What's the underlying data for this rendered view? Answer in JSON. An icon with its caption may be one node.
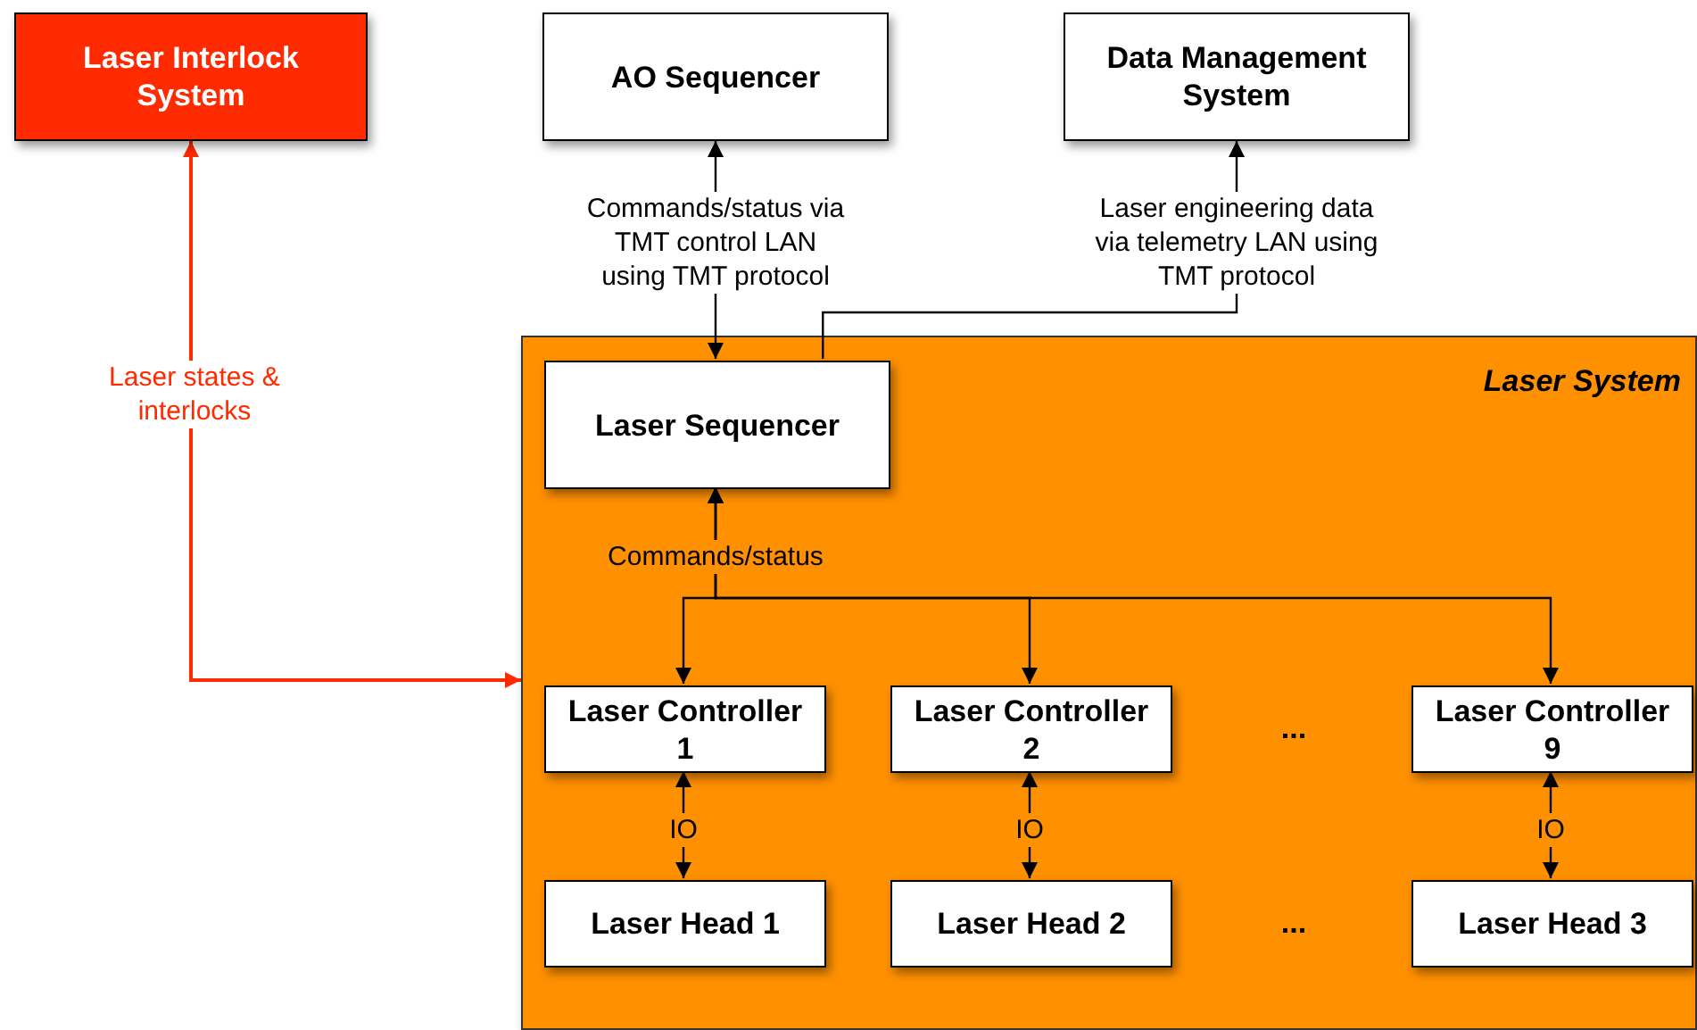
{
  "diagram": {
    "nodes": [
      {
        "text": [
          "Laser Interlock System"
        ]
      },
      {
        "text": [
          "AO Sequencer"
        ]
      },
      {
        "text": [
          "Data Management System"
        ]
      },
      {
        "text": [
          "Laser System"
        ]
      },
      {
        "text": [
          "Laser Sequencer"
        ],
        "in": 3
      },
      {
        "text": [
          "Laser Controller 1"
        ],
        "in": 3
      },
      {
        "text": [
          "Laser Controller 2"
        ],
        "in": 3
      },
      {
        "text": [
          "Laser Controller 9"
        ],
        "in": 3
      },
      {
        "text": [
          "Laser Head 1"
        ],
        "in": 3
      },
      {
        "text": [
          "Laser Head 2"
        ],
        "in": 3
      },
      {
        "text": [
          "Laser Head 3"
        ],
        "in": 3
      }
    ],
    "edges": [
      {
        "from": 4,
        "to": 1,
        "arrow": "both",
        "label": "Commands/status via TMT control LAN using TMT protocol"
      },
      {
        "from": 4,
        "to": 2,
        "arrow": "to",
        "label": "Laser engineering data via telemetry LAN using TMT protocol"
      },
      {
        "from": 3,
        "to": 0,
        "arrow": "both",
        "label": "Laser states & interlocks",
        "color": "#ff2a00"
      },
      {
        "from": 4,
        "to": 5,
        "arrow": "both",
        "label": "Commands/status"
      },
      {
        "from": 4,
        "to": 6,
        "arrow": "both"
      },
      {
        "from": 4,
        "to": 7,
        "arrow": "both"
      },
      {
        "from": 5,
        "to": 8,
        "arrow": "both",
        "label": "IO"
      },
      {
        "from": 6,
        "to": 9,
        "arrow": "both",
        "label": "IO"
      },
      {
        "from": 7,
        "to": 10,
        "arrow": "both",
        "label": "IO"
      }
    ],
    "labels": [
      "...",
      "..."
    ]
  }
}
